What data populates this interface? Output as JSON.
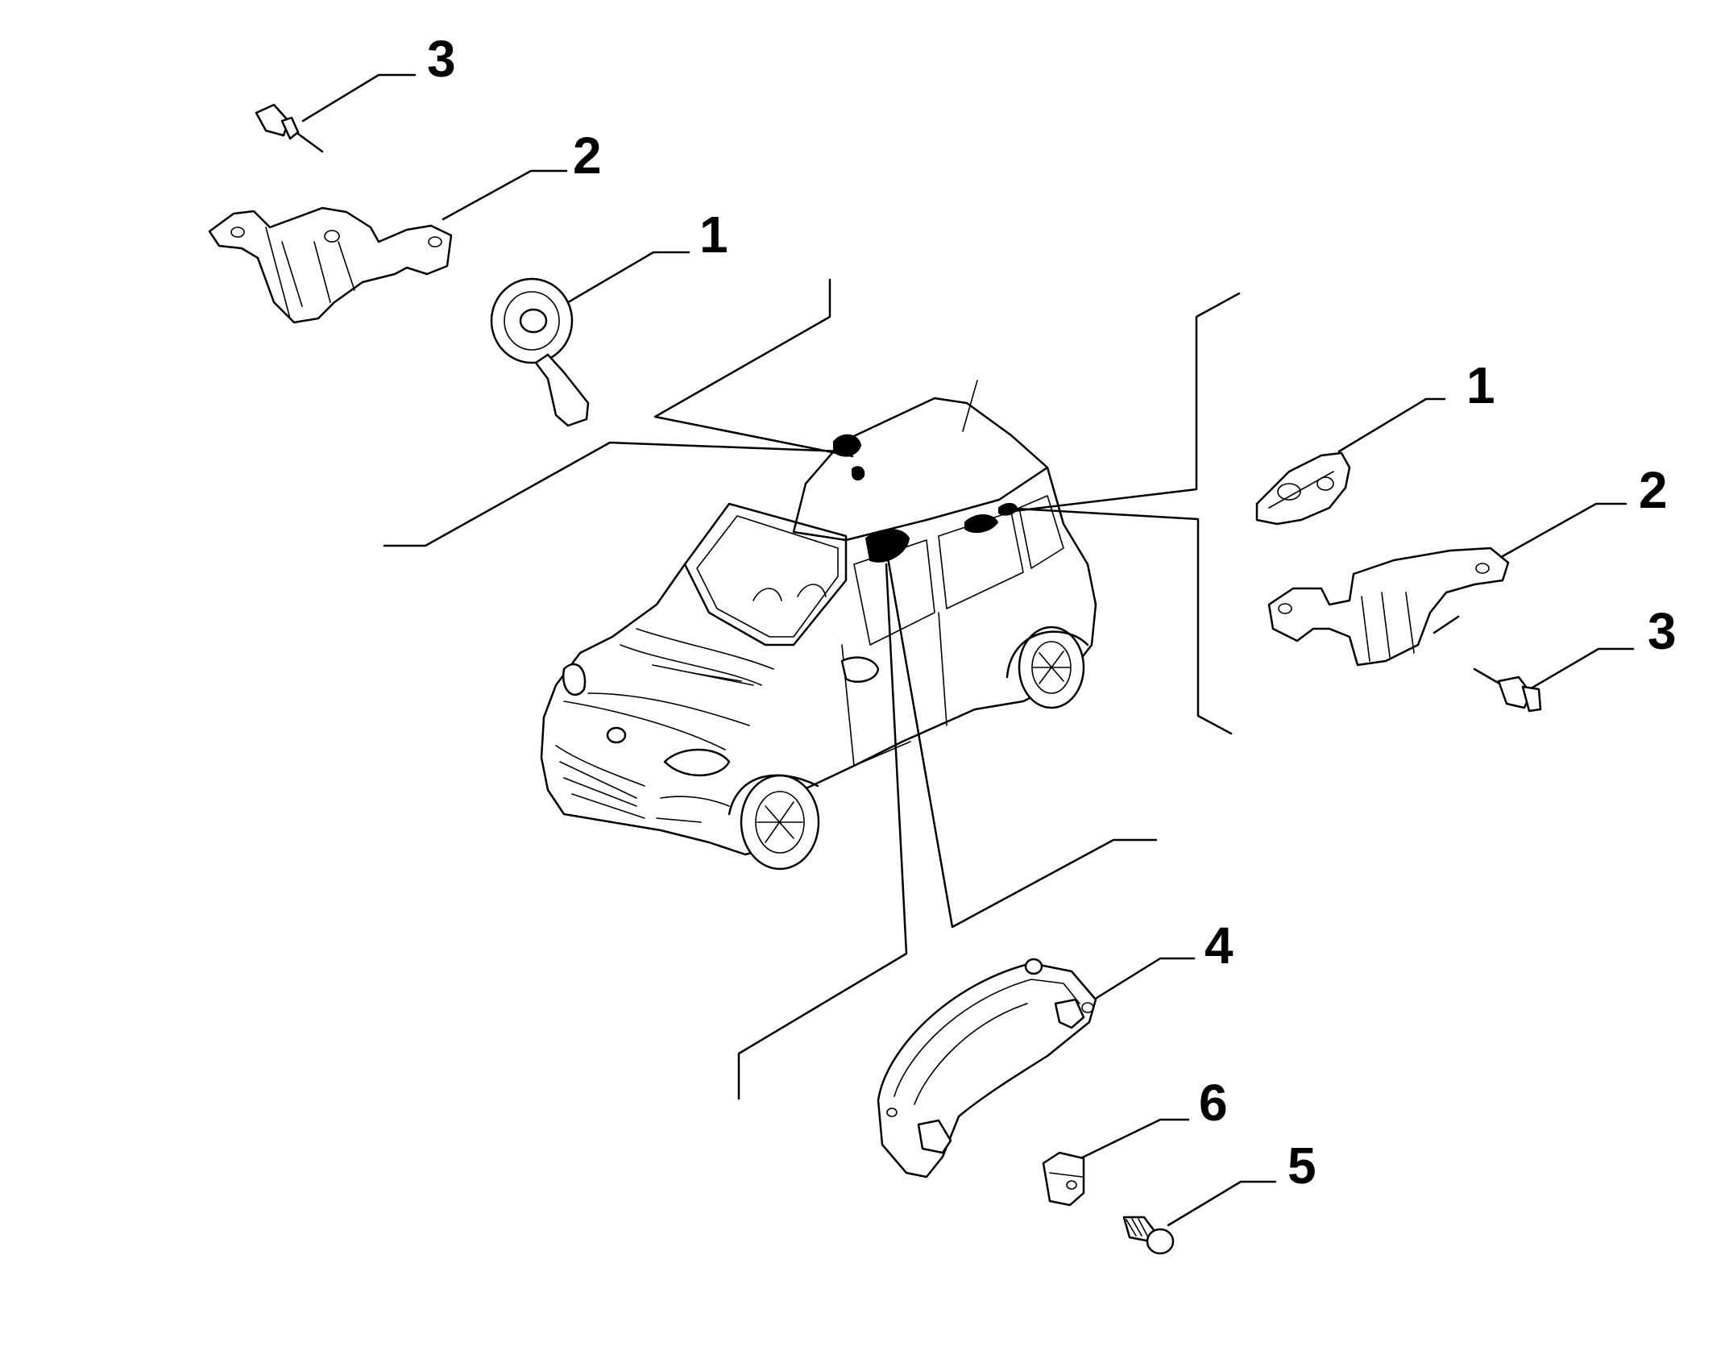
{
  "callouts": {
    "c3_top_left": "3",
    "c2_top_left": "2",
    "c1_top_left": "1",
    "c1_right": "1",
    "c2_right": "2",
    "c3_right": "3",
    "c4": "4",
    "c6": "6",
    "c5": "5"
  },
  "parts": [
    {
      "id": "bolt-left",
      "callout": "3"
    },
    {
      "id": "bracket-left",
      "callout": "2"
    },
    {
      "id": "clip-left",
      "callout": "1"
    },
    {
      "id": "clip-right",
      "callout": "1"
    },
    {
      "id": "bracket-right",
      "callout": "2"
    },
    {
      "id": "bolt-right",
      "callout": "3"
    },
    {
      "id": "grab-handle",
      "callout": "4"
    },
    {
      "id": "screw",
      "callout": "5"
    },
    {
      "id": "nut-clip",
      "callout": "6"
    }
  ],
  "colors": {
    "ink": "#000000",
    "paper": "#ffffff"
  }
}
